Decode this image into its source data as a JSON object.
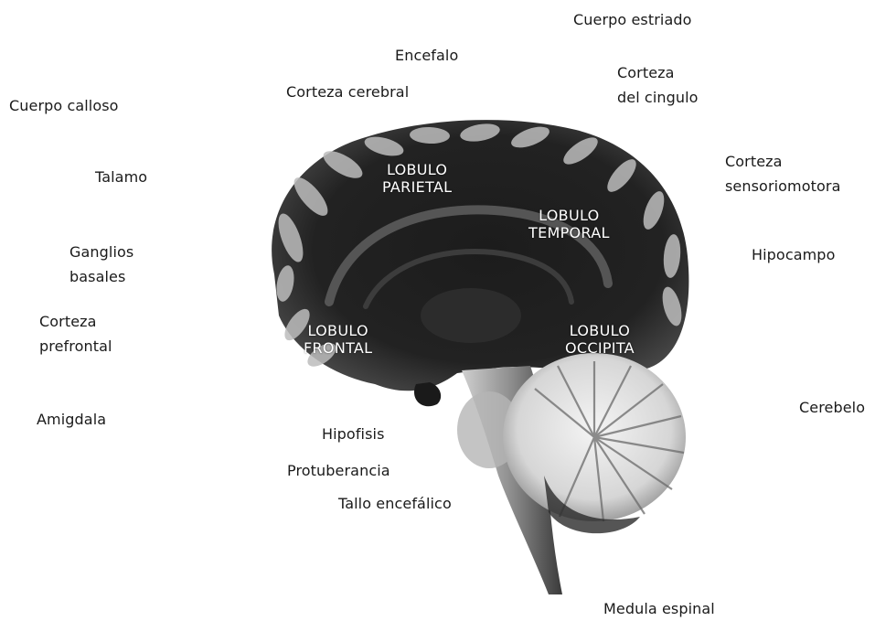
{
  "diagram": {
    "colors": {
      "background": "#ffffff",
      "brain_dark": "#141414",
      "brain_mid": "#3a3a3a",
      "gyri_light": "#c8c8c8",
      "cerebellum_light": "#e6e6e6",
      "label_text": "#1a1a1a",
      "lobe_text": "#ffffff"
    },
    "labels": {
      "cuerpo_estriado": "Cuerpo estriado",
      "encefalo": "Encefalo",
      "corteza_cingulo": "Corteza\ndel cingulo",
      "cuerpo_calloso": "Cuerpo calloso",
      "corteza_cerebral": "Corteza cerebral",
      "talamo": "Talamo",
      "corteza_sensoriomotora": "Corteza\nsensoriomotora",
      "ganglios_basales": "Ganglios\nbasales",
      "hipocampo": "Hipocampo",
      "corteza_prefrontal": "Corteza\nprefrontal",
      "cerebelo": "Cerebelo",
      "amigdala": "Amigdala",
      "hipofisis": "Hipofisis",
      "protuberancia": "Protuberancia",
      "tallo_encefalico": "Tallo encefálico",
      "medula_espinal": "Medula espinal"
    },
    "lobes": {
      "parietal": "LOBULO\nPARIETAL",
      "temporal": "LOBULO\nTEMPORAL",
      "frontal": "LOBULO\nFRONTAL",
      "occipital": "LOBULO\nOCCIPITA"
    }
  }
}
